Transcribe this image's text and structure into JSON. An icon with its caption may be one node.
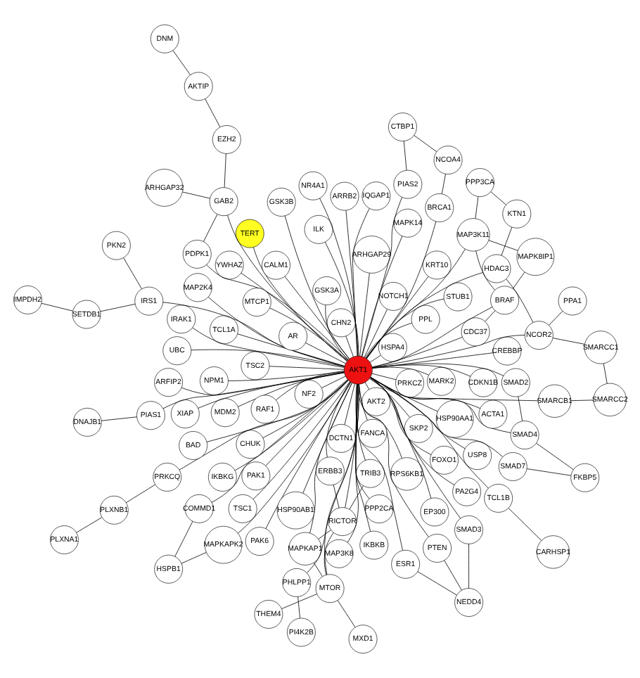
{
  "diagram": {
    "nodes": [
      {
        "text": [
          "HSPB1"
        ]
      },
      {
        "text": [
          "RICTOR"
        ]
      },
      {
        "text": [
          "MAPKAPK2"
        ]
      },
      {
        "text": [
          "MAPKAP1"
        ]
      },
      {
        "text": [
          "PI4K2B"
        ]
      },
      {
        "text": [
          "COMMD1"
        ]
      },
      {
        "text": [
          "ERBB3"
        ]
      },
      {
        "text": [
          "PA2G4"
        ]
      },
      {
        "text": [
          "PPP2CA"
        ]
      },
      {
        "text": [
          "TRIB3"
        ]
      },
      {
        "text": [
          "MXD1"
        ]
      },
      {
        "text": [
          "PHLPP1"
        ]
      },
      {
        "text": [
          "USP8"
        ]
      },
      {
        "text": [
          "MARK2"
        ]
      },
      {
        "text": [
          "ILK"
        ]
      },
      {
        "text": [
          "MTOR"
        ]
      },
      {
        "text": [
          "NEDD4"
        ]
      },
      {
        "text": [
          "PTEN"
        ]
      },
      {
        "text": [
          "IRAK1"
        ]
      },
      {
        "text": [
          "TSC2"
        ]
      },
      {
        "text": [
          "NF2"
        ]
      },
      {
        "text": [
          "THEM4"
        ]
      },
      {
        "text": [
          "NOTCH1"
        ]
      },
      {
        "text": [
          "KRT10"
        ]
      },
      {
        "text": [
          "TERT"
        ]
      },
      {
        "text": [
          "RPS6KB1"
        ]
      },
      {
        "text": [
          "PPL"
        ]
      },
      {
        "text": [
          "ARHGAP32"
        ]
      },
      {
        "text": [
          "ESR1"
        ]
      },
      {
        "text": [
          "SMAD3"
        ]
      },
      {
        "text": [
          "CHN2"
        ]
      },
      {
        "text": [
          "AKT2"
        ]
      },
      {
        "text": [
          "TSC1"
        ]
      },
      {
        "text": [
          "TCL1A"
        ]
      },
      {
        "text": [
          "TCL1B"
        ]
      },
      {
        "text": [
          "CARHSP1"
        ]
      },
      {
        "text": [
          "SMAD7"
        ]
      },
      {
        "text": [
          "MAPK14"
        ]
      },
      {
        "text": [
          "UBC"
        ]
      },
      {
        "text": [
          "ARFIP2"
        ]
      },
      {
        "text": [
          "AKT1"
        ]
      },
      {
        "text": [
          "YWHAZ"
        ]
      },
      {
        "text": [
          "PDPK1"
        ]
      },
      {
        "text": [
          "CREBBP"
        ]
      },
      {
        "text": [
          "SKP2"
        ]
      },
      {
        "text": [
          "MDM2"
        ]
      },
      {
        "text": [
          "FOXO1"
        ]
      },
      {
        "text": [
          "FKBP5"
        ]
      },
      {
        "text": [
          "CDKN1B"
        ]
      },
      {
        "text": [
          "GAB2"
        ]
      },
      {
        "text": [
          "EZH2"
        ]
      },
      {
        "text": [
          "SMAD2"
        ]
      },
      {
        "text": [
          "ARRB2"
        ]
      },
      {
        "text": [
          "NR4A1"
        ]
      },
      {
        "text": [
          "ARHGAP29"
        ]
      },
      {
        "text": [
          "IKBKB"
        ]
      },
      {
        "text": [
          "PAK1"
        ]
      },
      {
        "text": [
          "IRS1"
        ]
      },
      {
        "text": [
          "SMAD4"
        ]
      },
      {
        "text": [
          "MAP2K4"
        ]
      },
      {
        "text": [
          "MTCP1"
        ]
      },
      {
        "text": [
          "GSK3B"
        ]
      },
      {
        "text": [
          "IKBKG"
        ]
      },
      {
        "text": [
          "STUB1"
        ]
      },
      {
        "text": [
          "HSP90AA1"
        ]
      },
      {
        "text": [
          "RAF1"
        ]
      },
      {
        "text": [
          "PRKCZ"
        ]
      },
      {
        "text": [
          "PIAS2"
        ]
      },
      {
        "text": [
          "EP300"
        ]
      },
      {
        "text": [
          "NPM1"
        ]
      },
      {
        "text": [
          "MAP3K8"
        ]
      },
      {
        "text": [
          "AKTIP"
        ]
      },
      {
        "text": [
          "AR"
        ]
      },
      {
        "text": [
          "XIAP"
        ]
      },
      {
        "text": [
          "DCTN1"
        ]
      },
      {
        "text": [
          "BRCA1"
        ]
      },
      {
        "text": [
          "HSPA4"
        ]
      },
      {
        "text": [
          "PAK6"
        ]
      },
      {
        "text": [
          "CHUK"
        ]
      },
      {
        "text": [
          "ACTA1"
        ]
      },
      {
        "text": [
          "DNM"
        ]
      },
      {
        "text": [
          "PRKCQ"
        ]
      },
      {
        "text": [
          "SETDB1"
        ]
      },
      {
        "text": [
          "FANCA"
        ]
      },
      {
        "text": [
          "CALM1"
        ]
      },
      {
        "text": [
          "PKN2"
        ]
      },
      {
        "text": [
          "GSK3A"
        ]
      },
      {
        "text": [
          "CTBP1"
        ]
      },
      {
        "text": [
          "PIAS1"
        ]
      },
      {
        "text": [
          "HSP90AB1"
        ]
      },
      {
        "text": [
          "IQGAP1"
        ]
      },
      {
        "text": [
          "BAD"
        ]
      },
      {
        "text": [
          "NCOA4"
        ]
      },
      {
        "text": [
          "NCOR2"
        ]
      },
      {
        "text": [
          "HDAC3"
        ]
      },
      {
        "text": [
          "SMARCB1"
        ]
      },
      {
        "text": [
          "CDC37"
        ]
      },
      {
        "text": [
          "BRAF"
        ]
      },
      {
        "text": [
          "PLXNB1"
        ]
      },
      {
        "text": [
          "DNAJB1"
        ]
      },
      {
        "text": [
          "PPA1"
        ]
      },
      {
        "text": [
          "KTN1"
        ]
      },
      {
        "text": [
          "IMPDH2"
        ]
      },
      {
        "text": [
          "MAP3K11"
        ]
      },
      {
        "text": [
          "PLXNA1"
        ]
      },
      {
        "text": [
          "SMARCC1"
        ]
      },
      {
        "text": [
          "SMARCC2"
        ]
      },
      {
        "text": [
          "MAPK8IP1"
        ]
      },
      {
        "text": [
          "PPP3CA"
        ]
      }
    ],
    "edges": [
      {
        "from": 40,
        "to": 1,
        "arrow": "none"
      },
      {
        "from": 40,
        "to": 2,
        "arrow": "none"
      },
      {
        "from": 40,
        "to": 3,
        "arrow": "none"
      },
      {
        "from": 40,
        "to": 5,
        "arrow": "none"
      },
      {
        "from": 40,
        "to": 6,
        "arrow": "none"
      },
      {
        "from": 40,
        "to": 7,
        "arrow": "none"
      },
      {
        "from": 40,
        "to": 8,
        "arrow": "none"
      },
      {
        "from": 40,
        "to": 9,
        "arrow": "none"
      },
      {
        "from": 40,
        "to": 11,
        "arrow": "none"
      },
      {
        "from": 40,
        "to": 12,
        "arrow": "none"
      },
      {
        "from": 40,
        "to": 13,
        "arrow": "none"
      },
      {
        "from": 40,
        "to": 14,
        "arrow": "none"
      },
      {
        "from": 40,
        "to": 15,
        "arrow": "none"
      },
      {
        "from": 40,
        "to": 17,
        "arrow": "none"
      },
      {
        "from": 40,
        "to": 18,
        "arrow": "none"
      },
      {
        "from": 40,
        "to": 19,
        "arrow": "none"
      },
      {
        "from": 40,
        "to": 20,
        "arrow": "none"
      },
      {
        "from": 40,
        "to": 22,
        "arrow": "none"
      },
      {
        "from": 40,
        "to": 23,
        "arrow": "none"
      },
      {
        "from": 40,
        "to": 24,
        "arrow": "none"
      },
      {
        "from": 40,
        "to": 25,
        "arrow": "none"
      },
      {
        "from": 40,
        "to": 26,
        "arrow": "none"
      },
      {
        "from": 40,
        "to": 28,
        "arrow": "none"
      },
      {
        "from": 40,
        "to": 29,
        "arrow": "none"
      },
      {
        "from": 40,
        "to": 30,
        "arrow": "none"
      },
      {
        "from": 40,
        "to": 31,
        "arrow": "none"
      },
      {
        "from": 40,
        "to": 32,
        "arrow": "none"
      },
      {
        "from": 40,
        "to": 33,
        "arrow": "none"
      },
      {
        "from": 40,
        "to": 34,
        "arrow": "none"
      },
      {
        "from": 40,
        "to": 36,
        "arrow": "none"
      },
      {
        "from": 40,
        "to": 37,
        "arrow": "none"
      },
      {
        "from": 40,
        "to": 38,
        "arrow": "none"
      },
      {
        "from": 40,
        "to": 39,
        "arrow": "none"
      },
      {
        "from": 40,
        "to": 41,
        "arrow": "none"
      },
      {
        "from": 40,
        "to": 42,
        "arrow": "none"
      },
      {
        "from": 40,
        "to": 43,
        "arrow": "none"
      },
      {
        "from": 40,
        "to": 44,
        "arrow": "none"
      },
      {
        "from": 40,
        "to": 45,
        "arrow": "none"
      },
      {
        "from": 40,
        "to": 46,
        "arrow": "none"
      },
      {
        "from": 40,
        "to": 48,
        "arrow": "none"
      },
      {
        "from": 40,
        "to": 49,
        "arrow": "none"
      },
      {
        "from": 40,
        "to": 51,
        "arrow": "none"
      },
      {
        "from": 40,
        "to": 52,
        "arrow": "none"
      },
      {
        "from": 40,
        "to": 53,
        "arrow": "none"
      },
      {
        "from": 40,
        "to": 54,
        "arrow": "none"
      },
      {
        "from": 40,
        "to": 55,
        "arrow": "none"
      },
      {
        "from": 40,
        "to": 56,
        "arrow": "none"
      },
      {
        "from": 40,
        "to": 57,
        "arrow": "none"
      },
      {
        "from": 40,
        "to": 58,
        "arrow": "none"
      },
      {
        "from": 40,
        "to": 59,
        "arrow": "none"
      },
      {
        "from": 40,
        "to": 60,
        "arrow": "none"
      },
      {
        "from": 40,
        "to": 61,
        "arrow": "none"
      },
      {
        "from": 40,
        "to": 62,
        "arrow": "none"
      },
      {
        "from": 40,
        "to": 63,
        "arrow": "none"
      },
      {
        "from": 40,
        "to": 64,
        "arrow": "none"
      },
      {
        "from": 40,
        "to": 65,
        "arrow": "none"
      },
      {
        "from": 40,
        "to": 66,
        "arrow": "none"
      },
      {
        "from": 40,
        "to": 67,
        "arrow": "none"
      },
      {
        "from": 40,
        "to": 68,
        "arrow": "none"
      },
      {
        "from": 40,
        "to": 69,
        "arrow": "none"
      },
      {
        "from": 40,
        "to": 70,
        "arrow": "none"
      },
      {
        "from": 40,
        "to": 72,
        "arrow": "none"
      },
      {
        "from": 40,
        "to": 73,
        "arrow": "none"
      },
      {
        "from": 40,
        "to": 74,
        "arrow": "none"
      },
      {
        "from": 40,
        "to": 75,
        "arrow": "none"
      },
      {
        "from": 40,
        "to": 76,
        "arrow": "none"
      },
      {
        "from": 40,
        "to": 77,
        "arrow": "none"
      },
      {
        "from": 40,
        "to": 78,
        "arrow": "none"
      },
      {
        "from": 40,
        "to": 79,
        "arrow": "none"
      },
      {
        "from": 40,
        "to": 81,
        "arrow": "none"
      },
      {
        "from": 40,
        "to": 83,
        "arrow": "none"
      },
      {
        "from": 40,
        "to": 84,
        "arrow": "none"
      },
      {
        "from": 40,
        "to": 86,
        "arrow": "none"
      },
      {
        "from": 40,
        "to": 88,
        "arrow": "none"
      },
      {
        "from": 40,
        "to": 89,
        "arrow": "none"
      },
      {
        "from": 40,
        "to": 90,
        "arrow": "none"
      },
      {
        "from": 40,
        "to": 91,
        "arrow": "none"
      },
      {
        "from": 40,
        "to": 93,
        "arrow": "none"
      },
      {
        "from": 40,
        "to": 94,
        "arrow": "none"
      },
      {
        "from": 40,
        "to": 95,
        "arrow": "none"
      },
      {
        "from": 40,
        "to": 96,
        "arrow": "none"
      },
      {
        "from": 40,
        "to": 97,
        "arrow": "none"
      },
      {
        "from": 40,
        "to": 103,
        "arrow": "none"
      },
      {
        "from": 0,
        "to": 2,
        "arrow": "none"
      },
      {
        "from": 0,
        "to": 5,
        "arrow": "none"
      },
      {
        "from": 4,
        "to": 11,
        "arrow": "none"
      },
      {
        "from": 1,
        "to": 3,
        "arrow": "none"
      },
      {
        "from": 1,
        "to": 15,
        "arrow": "none"
      },
      {
        "from": 1,
        "to": 6,
        "arrow": "none"
      },
      {
        "from": 1,
        "to": 9,
        "arrow": "none"
      },
      {
        "from": 3,
        "to": 15,
        "arrow": "none"
      },
      {
        "from": 10,
        "to": 15,
        "arrow": "none"
      },
      {
        "from": 15,
        "to": 21,
        "arrow": "none"
      },
      {
        "from": 16,
        "to": 28,
        "arrow": "none"
      },
      {
        "from": 16,
        "to": 29,
        "arrow": "none"
      },
      {
        "from": 16,
        "to": 17,
        "arrow": "none"
      },
      {
        "from": 49,
        "to": 50,
        "arrow": "none"
      },
      {
        "from": 49,
        "to": 42,
        "arrow": "none"
      },
      {
        "from": 49,
        "to": 27,
        "arrow": "none"
      },
      {
        "from": 35,
        "to": 34,
        "arrow": "none"
      },
      {
        "from": 50,
        "to": 71,
        "arrow": "none"
      },
      {
        "from": 71,
        "to": 80,
        "arrow": "none"
      },
      {
        "from": 85,
        "to": 57,
        "arrow": "none"
      },
      {
        "from": 82,
        "to": 102,
        "arrow": "none"
      },
      {
        "from": 82,
        "to": 57,
        "arrow": "none"
      },
      {
        "from": 98,
        "to": 104,
        "arrow": "none"
      },
      {
        "from": 81,
        "to": 98,
        "arrow": "none"
      },
      {
        "from": 105,
        "to": 106,
        "arrow": "none"
      },
      {
        "from": 95,
        "to": 106,
        "arrow": "none"
      },
      {
        "from": 93,
        "to": 105,
        "arrow": "none"
      },
      {
        "from": 103,
        "to": 108,
        "arrow": "none"
      },
      {
        "from": 103,
        "to": 107,
        "arrow": "none"
      },
      {
        "from": 97,
        "to": 107,
        "arrow": "none"
      },
      {
        "from": 97,
        "to": 103,
        "arrow": "none"
      },
      {
        "from": 96,
        "to": 97,
        "arrow": "none"
      },
      {
        "from": 101,
        "to": 108,
        "arrow": "none"
      },
      {
        "from": 87,
        "to": 92,
        "arrow": "none"
      },
      {
        "from": 87,
        "to": 67,
        "arrow": "none"
      },
      {
        "from": 75,
        "to": 92,
        "arrow": "none"
      },
      {
        "from": 88,
        "to": 99,
        "arrow": "none"
      },
      {
        "from": 93,
        "to": 94,
        "arrow": "none"
      },
      {
        "from": 100,
        "to": 93,
        "arrow": "none"
      },
      {
        "from": 47,
        "to": 36,
        "arrow": "none"
      },
      {
        "from": 47,
        "to": 58,
        "arrow": "none"
      },
      {
        "from": 58,
        "to": 51,
        "arrow": "none"
      },
      {
        "from": 94,
        "to": 101,
        "arrow": "none"
      }
    ]
  }
}
